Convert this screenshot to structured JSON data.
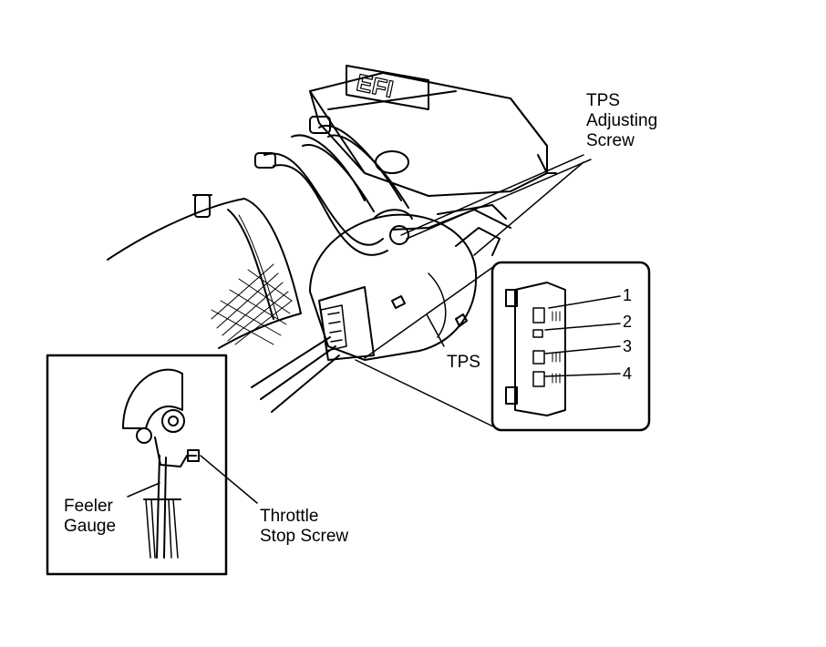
{
  "labels": {
    "tps_adjusting_screw": [
      "TPS",
      "Adjusting",
      "Screw"
    ],
    "tps": "TPS",
    "feeler_gauge": [
      "Feeler",
      "Gauge"
    ],
    "throttle_stop_screw": [
      "Throttle",
      "Stop Screw"
    ]
  },
  "connector_pins": [
    "1",
    "2",
    "3",
    "4"
  ],
  "colors": {
    "ink": "#000000",
    "paper": "#ffffff"
  }
}
